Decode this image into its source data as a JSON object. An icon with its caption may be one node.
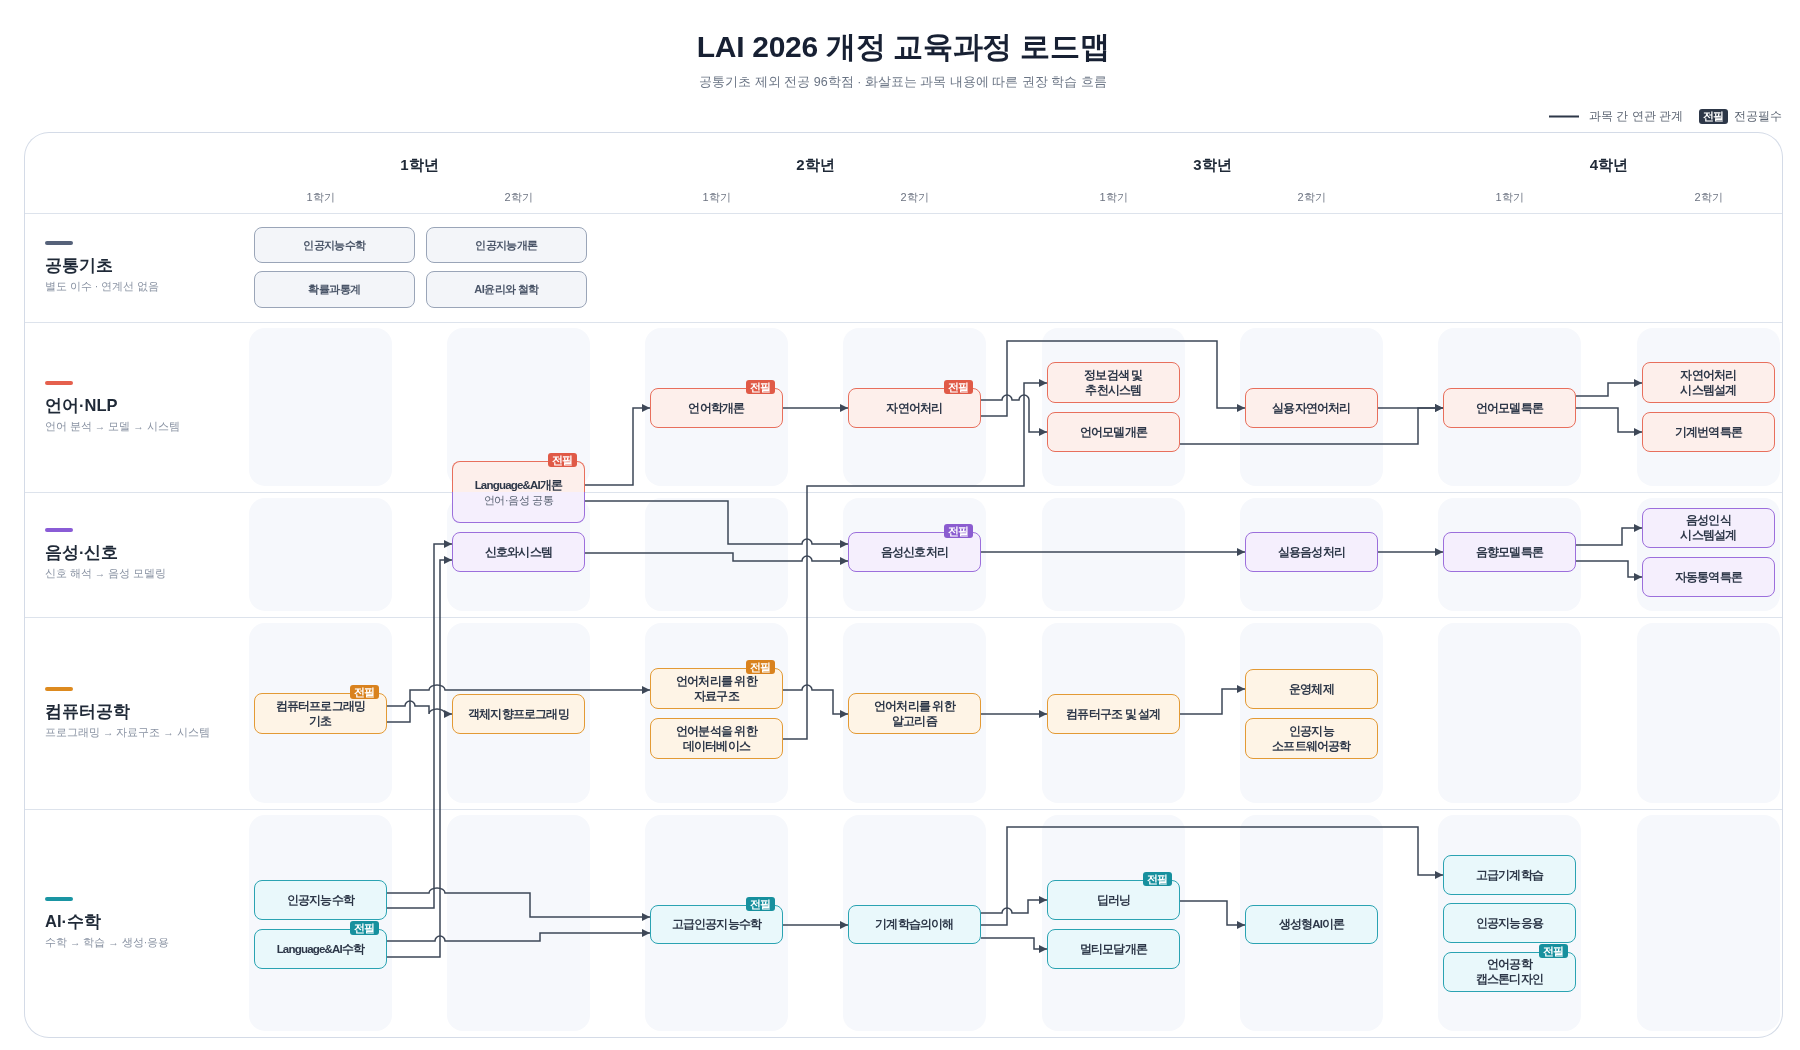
{
  "diagram": {
    "title": "LAI 2026 개정 교육과정 로드맵",
    "nodes": [
      {
        "text": [
          "공통기초",
          "별도 이수 · 연계선 없음"
        ]
      },
      {
        "text": [
          "인공지능수학"
        ],
        "in": 0
      },
      {
        "text": [
          "인공지능개론"
        ],
        "in": 0
      },
      {
        "text": [
          "확률과통계"
        ],
        "in": 0
      },
      {
        "text": [
          "AI윤리와 철학"
        ],
        "in": 0
      },
      {
        "text": [
          "언어·NLP",
          "언어 분석 → 모델 → 시스템"
        ]
      },
      {
        "text": [
          "Language&AI개론",
          "언어·음성 공통"
        ],
        "beside": [
          "전필"
        ]
      },
      {
        "text": [
          "언어학개론"
        ],
        "in": 5,
        "beside": [
          "전필"
        ]
      },
      {
        "text": [
          "자연어처리"
        ],
        "in": 5,
        "beside": [
          "전필"
        ]
      },
      {
        "text": [
          "정보검색 및 추천시스템"
        ],
        "in": 5
      },
      {
        "text": [
          "언어모델개론"
        ],
        "in": 5
      },
      {
        "text": [
          "실용자연어처리"
        ],
        "in": 5
      },
      {
        "text": [
          "언어모델특론"
        ],
        "in": 5
      },
      {
        "text": [
          "자연어처리 시스템설계"
        ],
        "in": 5
      },
      {
        "text": [
          "기계번역특론"
        ],
        "in": 5
      },
      {
        "text": [
          "음성·신호",
          "신호 해석 → 음성 모델링"
        ]
      },
      {
        "text": [
          "신호와시스템"
        ],
        "in": 15
      },
      {
        "text": [
          "음성신호처리"
        ],
        "in": 15,
        "beside": [
          "전필"
        ]
      },
      {
        "text": [
          "실용음성처리"
        ],
        "in": 15
      },
      {
        "text": [
          "음향모델특론"
        ],
        "in": 15
      },
      {
        "text": [
          "음성인식 시스템설계"
        ],
        "in": 15
      },
      {
        "text": [
          "자동통역특론"
        ],
        "in": 15
      },
      {
        "text": [
          "컴퓨터공학",
          "프로그래밍 → 자료구조 → 시스템"
        ]
      },
      {
        "text": [
          "컴퓨터프로그래밍 기초"
        ],
        "in": 22,
        "beside": [
          "전필"
        ]
      },
      {
        "text": [
          "객체지향프로그래밍"
        ],
        "in": 22
      },
      {
        "text": [
          "언어처리를 위한 자료구조"
        ],
        "in": 22,
        "beside": [
          "전필"
        ]
      },
      {
        "text": [
          "언어분석을 위한 데이터베이스"
        ],
        "in": 22
      },
      {
        "text": [
          "언어처리를 위한 알고리즘"
        ],
        "in": 22
      },
      {
        "text": [
          "컴퓨터구조 및 설계"
        ],
        "in": 22
      },
      {
        "text": [
          "운영체제"
        ],
        "in": 22
      },
      {
        "text": [
          "인공지능 소프트웨어공학"
        ],
        "in": 22
      },
      {
        "text": [
          "AI·수학",
          "수학 → 학습 → 생성·응용"
        ]
      },
      {
        "text": [
          "인공지능수학"
        ],
        "in": 31
      },
      {
        "text": [
          "Language&AI수학"
        ],
        "in": 31,
        "beside": [
          "전필"
        ]
      },
      {
        "text": [
          "고급인공지능수학"
        ],
        "in": 31,
        "beside": [
          "전필"
        ]
      },
      {
        "text": [
          "기계학습의이해"
        ],
        "in": 31
      },
      {
        "text": [
          "딥러닝"
        ],
        "in": 31,
        "beside": [
          "전필"
        ]
      },
      {
        "text": [
          "멀티모달개론"
        ],
        "in": 31
      },
      {
        "text": [
          "생성형AI이론"
        ],
        "in": 31
      },
      {
        "text": [
          "고급기계학습"
        ],
        "in": 31
      },
      {
        "text": [
          "인공지능응용"
        ],
        "in": 31
      },
      {
        "text": [
          "언어공학 캡스톤디자인"
        ],
        "in": 31,
        "beside": [
          "전필"
        ]
      }
    ],
    "edges": [
      {
        "from": 6,
        "to": 7,
        "arrow": "to"
      },
      {
        "from": 6,
        "to": 17,
        "arrow": "to"
      },
      {
        "from": 7,
        "to": 8,
        "arrow": "to"
      },
      {
        "from": 8,
        "to": 10,
        "arrow": "to"
      },
      {
        "from": 8,
        "to": 11,
        "arrow": "to"
      },
      {
        "from": 26,
        "to": 9,
        "arrow": "to"
      },
      {
        "from": 11,
        "to": 12,
        "arrow": "to"
      },
      {
        "from": 10,
        "to": 12,
        "arrow": "to"
      },
      {
        "from": 12,
        "to": 13,
        "arrow": "to"
      },
      {
        "from": 12,
        "to": 14,
        "arrow": "to"
      },
      {
        "from": 16,
        "to": 17,
        "arrow": "to"
      },
      {
        "from": 17,
        "to": 18,
        "arrow": "to"
      },
      {
        "from": 18,
        "to": 19,
        "arrow": "to"
      },
      {
        "from": 19,
        "to": 20,
        "arrow": "to"
      },
      {
        "from": 19,
        "to": 21,
        "arrow": "to"
      },
      {
        "from": 23,
        "to": 24,
        "arrow": "to"
      },
      {
        "from": 23,
        "to": 25,
        "arrow": "to"
      },
      {
        "from": 25,
        "to": 27,
        "arrow": "to"
      },
      {
        "from": 27,
        "to": 28,
        "arrow": "to"
      },
      {
        "from": 28,
        "to": 29,
        "arrow": "to"
      },
      {
        "from": 32,
        "to": 16,
        "arrow": "to"
      },
      {
        "from": 33,
        "to": 16,
        "arrow": "to"
      },
      {
        "from": 32,
        "to": 34,
        "arrow": "to"
      },
      {
        "from": 33,
        "to": 34,
        "arrow": "to"
      },
      {
        "from": 34,
        "to": 35,
        "arrow": "to"
      },
      {
        "from": 35,
        "to": 36,
        "arrow": "to"
      },
      {
        "from": 35,
        "to": 39,
        "arrow": "to"
      },
      {
        "from": 35,
        "to": 37,
        "arrow": "to"
      },
      {
        "from": 36,
        "to": 38,
        "arrow": "to"
      }
    ],
    "labels": [
      "공통기초 제외 전공 96학점 · 화살표는 과목 내용에 따른 권장 학습 흐름",
      "전필",
      "1학년",
      "2학년",
      "3학년",
      "4학년",
      "1학기",
      "2학기",
      "1학기",
      "2학기",
      "1학기",
      "2학기",
      "1학기",
      "2학기"
    ],
    "legend": [
      {
        "text": "과목 간 연관 관계"
      },
      {
        "text": "전공필수",
        "color": "#2d3748"
      }
    ]
  }
}
